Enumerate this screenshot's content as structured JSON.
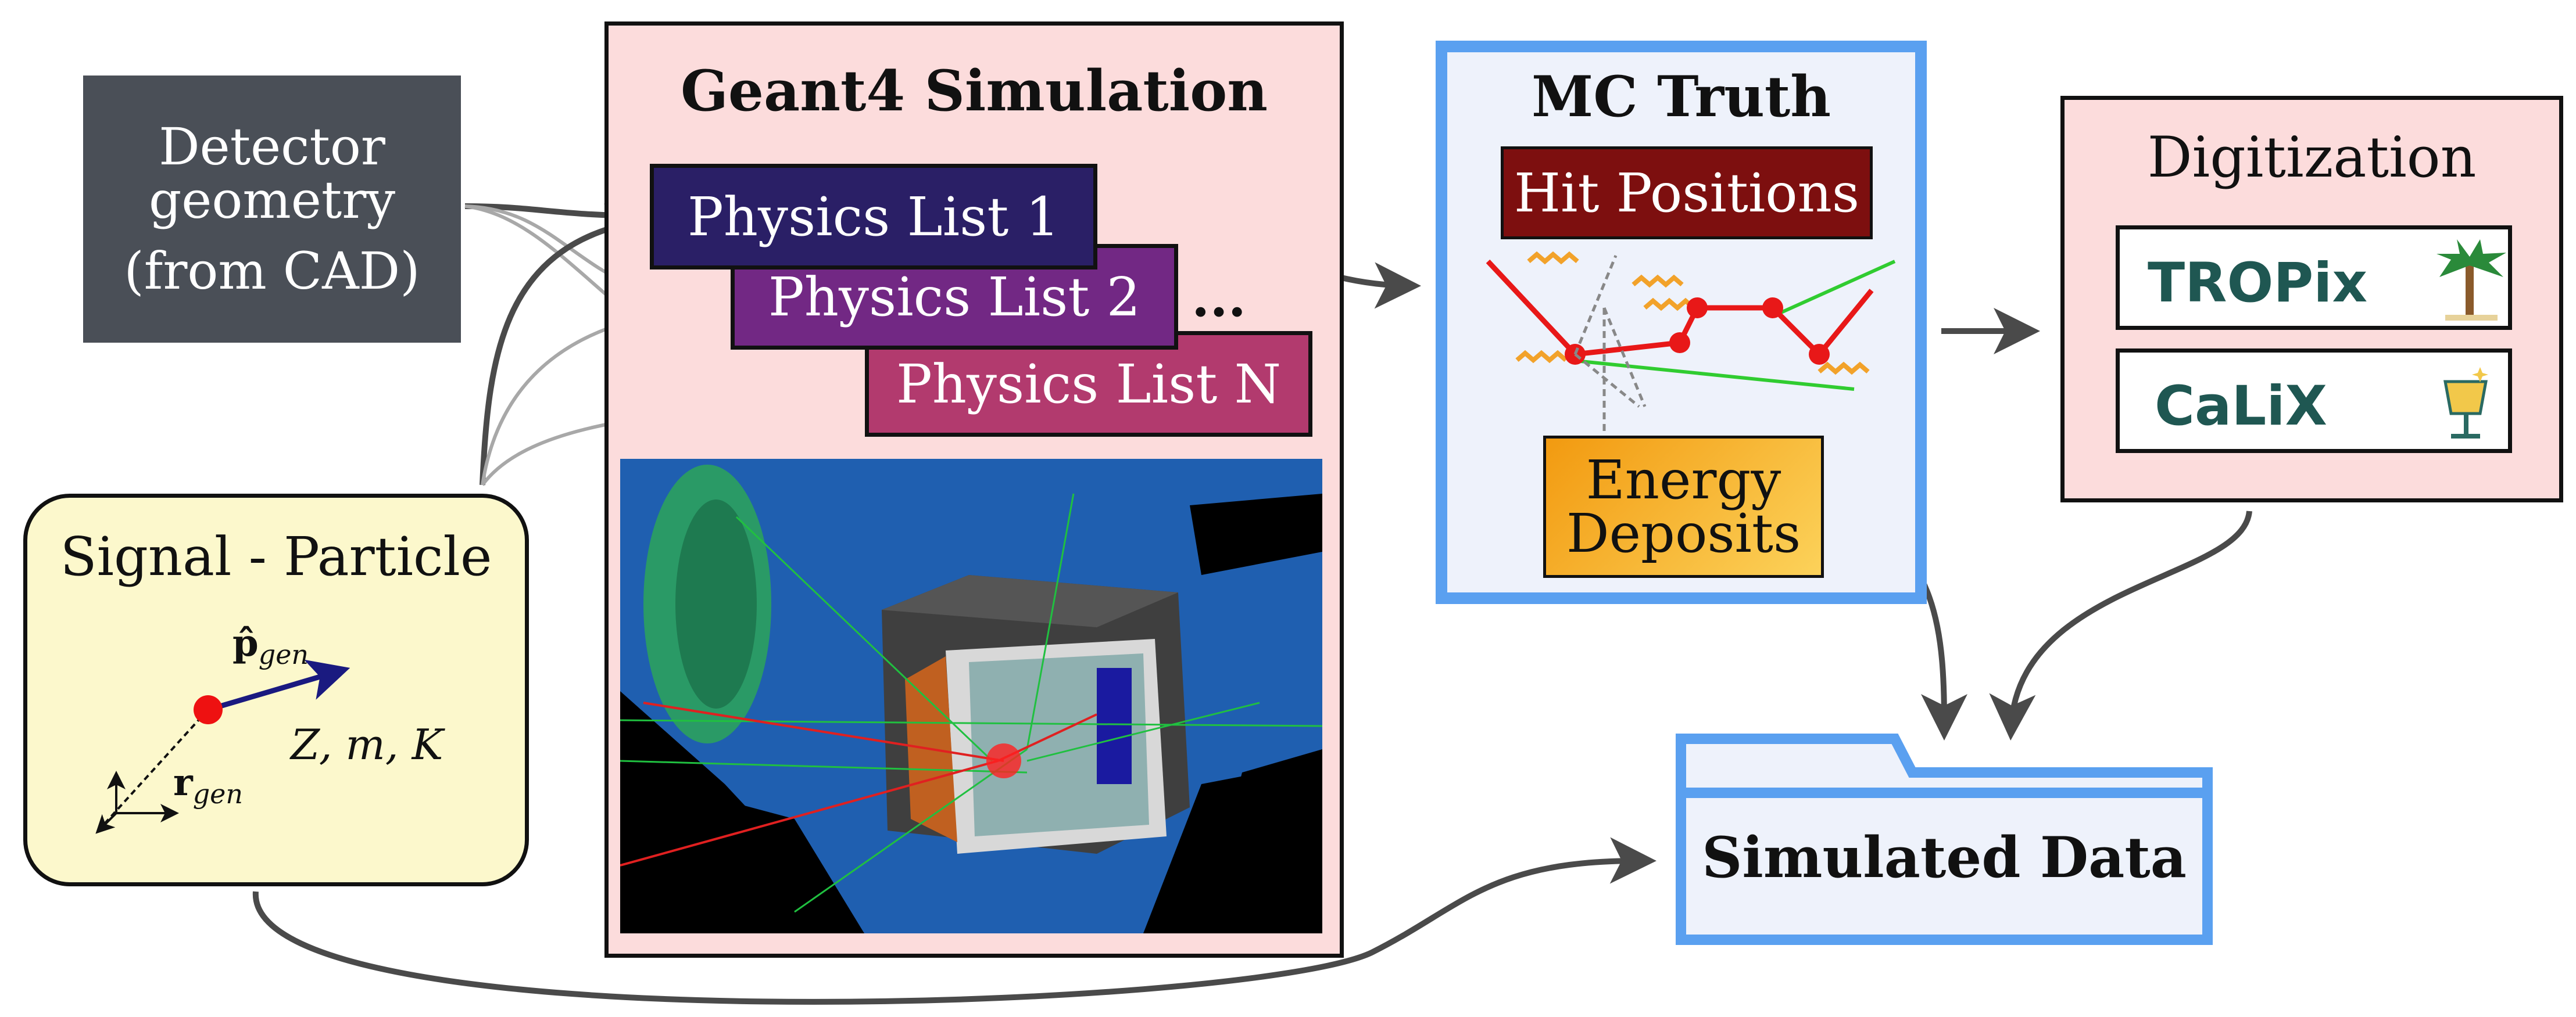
{
  "detector": {
    "line1": "Detector",
    "line2": "geometry",
    "line3": "(from CAD)"
  },
  "geant": {
    "title": "Geant4 Simulation",
    "physics_lists": [
      "Physics List 1",
      "Physics List 2",
      "Physics List N"
    ],
    "ellipsis": "..."
  },
  "mc_truth": {
    "title": "MC Truth",
    "hit_positions": "Hit Positions",
    "energy_line1": "Energy",
    "energy_line2": "Deposits"
  },
  "digitization": {
    "title": "Digitization",
    "tools": [
      "TROPix",
      "CaLiX"
    ]
  },
  "signal": {
    "title": "Signal - Particle",
    "p_main": "p̂",
    "p_sub": "gen",
    "r_main": "r",
    "r_sub": "gen",
    "params": "Z, m, K"
  },
  "output": {
    "label": "Simulated Data"
  },
  "colors": {
    "detector_bg": "#4a4f57",
    "geant_bg": "#fcdcdc",
    "mc_border": "#5aa0f0",
    "signal_bg": "#fcf8cc",
    "physics_list_1": "#2a1f66",
    "physics_list_2": "#722884",
    "physics_list_n": "#b23a6e"
  }
}
